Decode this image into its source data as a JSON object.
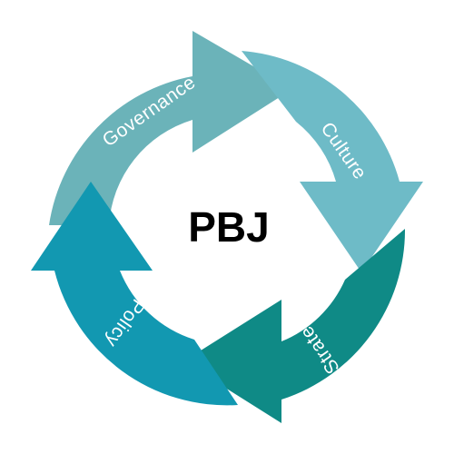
{
  "diagram": {
    "center_label": "PBJ",
    "segments": [
      {
        "id": "governance",
        "label": "Governance",
        "color": "#6bb3b9"
      },
      {
        "id": "culture",
        "label": "Culture",
        "color": "#6ebbc7"
      },
      {
        "id": "strategy",
        "label": "Strategy",
        "color": "#0f8a86"
      },
      {
        "id": "policy",
        "label": "Policy",
        "color": "#1298b1"
      }
    ]
  }
}
